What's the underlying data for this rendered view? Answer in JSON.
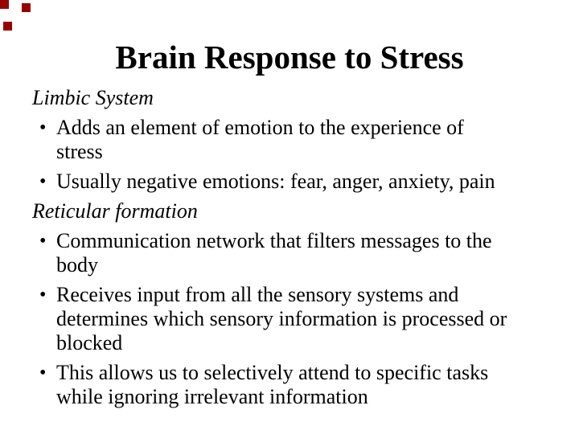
{
  "slide": {
    "title": "Brain Response to Stress",
    "bullet_char": "•",
    "colors": {
      "background": "#ffffff",
      "text": "#000000",
      "corner_marks": "#990000"
    },
    "sections": [
      {
        "heading": "Limbic System",
        "bullets": [
          {
            "lines": [
              "Adds an element of emotion to the experience of",
              "stress"
            ]
          },
          {
            "lines": [
              "Usually negative emotions: fear, anger, anxiety, pain"
            ]
          }
        ]
      },
      {
        "heading": "Reticular formation",
        "bullets": [
          {
            "lines": [
              "Communication network that filters messages to the",
              "body"
            ]
          },
          {
            "lines": [
              "Receives input from all the sensory systems and",
              "determines which sensory information is processed or",
              "blocked"
            ]
          },
          {
            "lines": [
              "This allows us to selectively attend to specific tasks",
              "while ignoring irrelevant information"
            ]
          }
        ]
      }
    ]
  }
}
